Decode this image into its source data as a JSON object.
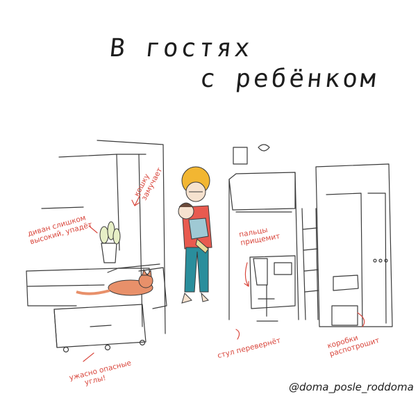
{
  "title": {
    "line1": "В гостях",
    "line2": "с ребёнком"
  },
  "notes": {
    "sofa": [
      "диван слишком",
      "высокий, упадёт"
    ],
    "cat": [
      "кошку",
      "замучает"
    ],
    "fingers": [
      "пальцы",
      "прищемит"
    ],
    "chair": "стул перевернёт",
    "boxes": [
      "коробки",
      "распотрошит"
    ],
    "corners": [
      "ужасно опасные",
      "углы!"
    ]
  },
  "handle": "@doma_posle_roddoma",
  "colors": {
    "ink": "#1d1d1d",
    "accent": "#d9473d",
    "hair": "#f2b632",
    "skin": "#f6e2cf",
    "shirt": "#e85a4f",
    "pants": "#2a8e9c",
    "cat": "#e8906a",
    "plant": "#e7efc6"
  }
}
